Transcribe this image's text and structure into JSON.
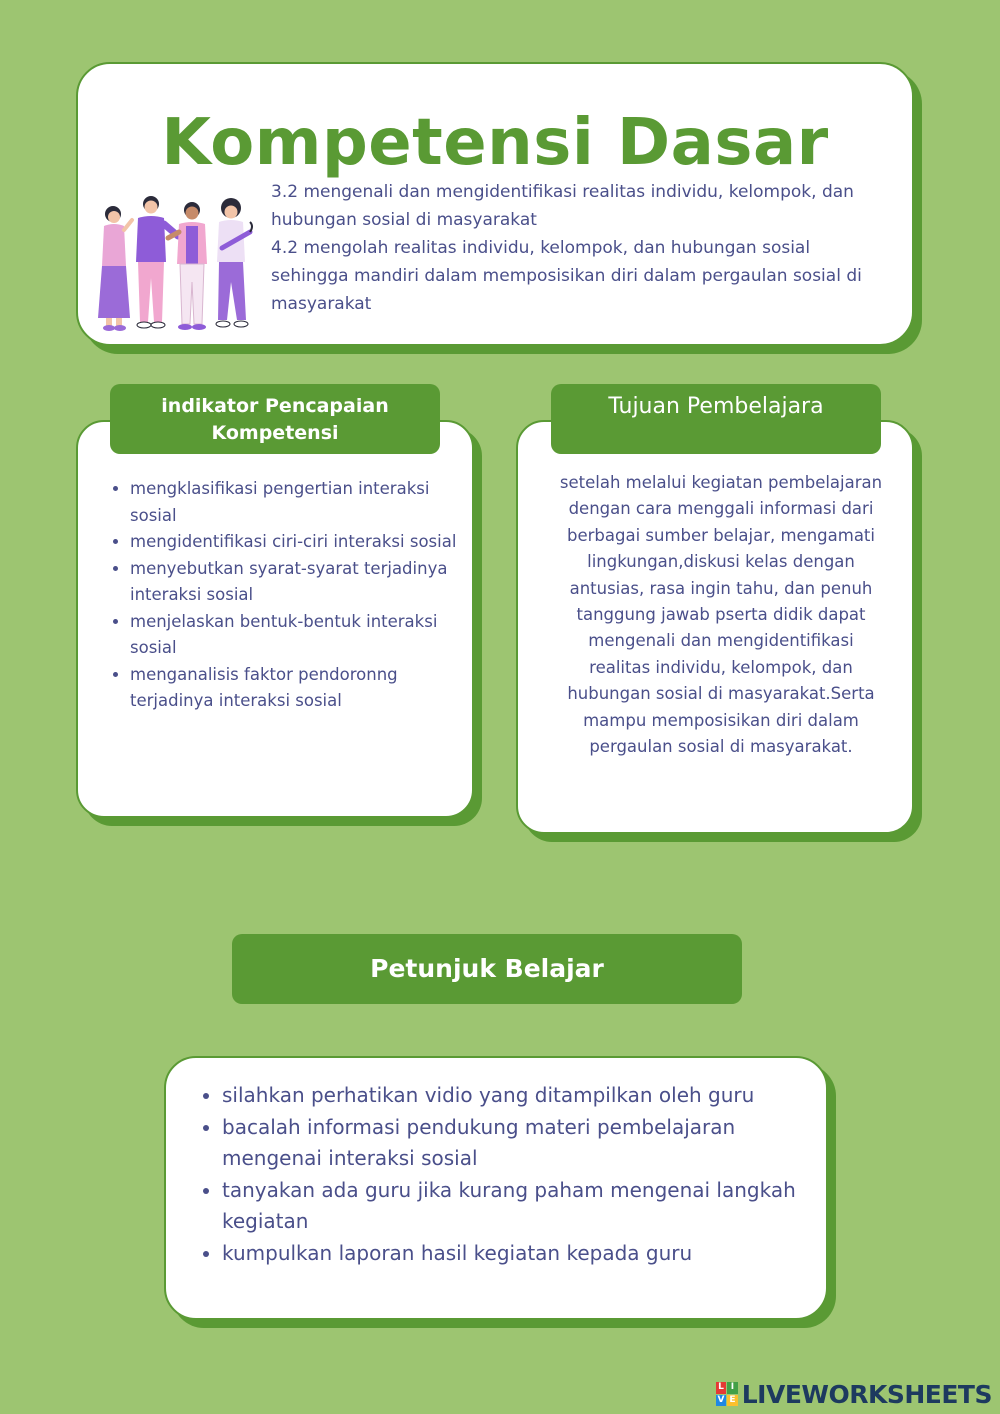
{
  "kompetensi_dasar": {
    "title": "Kompetensi Dasar",
    "kd_3_2": "3.2 mengenali dan mengidentifikasi realitas individu, kelompok, dan hubungan sosial di masyarakat",
    "kd_4_2": "4.2 mengolah realitas individu, kelompok, dan hubungan sosial sehingga mandiri dalam memposisikan diri dalam pergaulan sosial di masyarakat",
    "illustration": "people-group-icon"
  },
  "indikator": {
    "label": "indikator Pencapaian Kompetensi",
    "items": [
      "mengklasifikasi pengertian interaksi sosial",
      "mengidentifikasi ciri-ciri interaksi sosial",
      "menyebutkan syarat-syarat terjadinya interaksi sosial",
      "menjelaskan bentuk-bentuk interaksi sosial",
      "menganalisis faktor pendoronng terjadinya interaksi sosial"
    ]
  },
  "tujuan": {
    "label": "Tujuan Pembelajara",
    "text": "setelah melalui kegiatan pembelajaran dengan cara menggali informasi dari berbagai sumber belajar, mengamati lingkungan,diskusi kelas dengan antusias, rasa ingin tahu, dan penuh tanggung jawab pserta didik dapat mengenali dan mengidentifikasi realitas individu, kelompok, dan hubungan sosial di masyarakat.Serta mampu memposisikan diri dalam pergaulan sosial di masyarakat."
  },
  "petunjuk": {
    "label": "Petunjuk Belajar",
    "items": [
      "silahkan perhatikan vidio yang ditampilkan oleh guru",
      "bacalah informasi pendukung materi pembelajaran mengenai interaksi sosial",
      "tanyakan ada guru jika kurang paham mengenai langkah kegiatan",
      "kumpulkan laporan hasil kegiatan kepada guru"
    ]
  },
  "footer": {
    "logo_letters": [
      "L",
      "I",
      "V",
      "E"
    ],
    "brand": "LIVEWORKSHEETS"
  },
  "colors": {
    "background": "#9dc571",
    "accent": "#5a9a34",
    "text": "#4a4f8a",
    "card": "#ffffff"
  }
}
